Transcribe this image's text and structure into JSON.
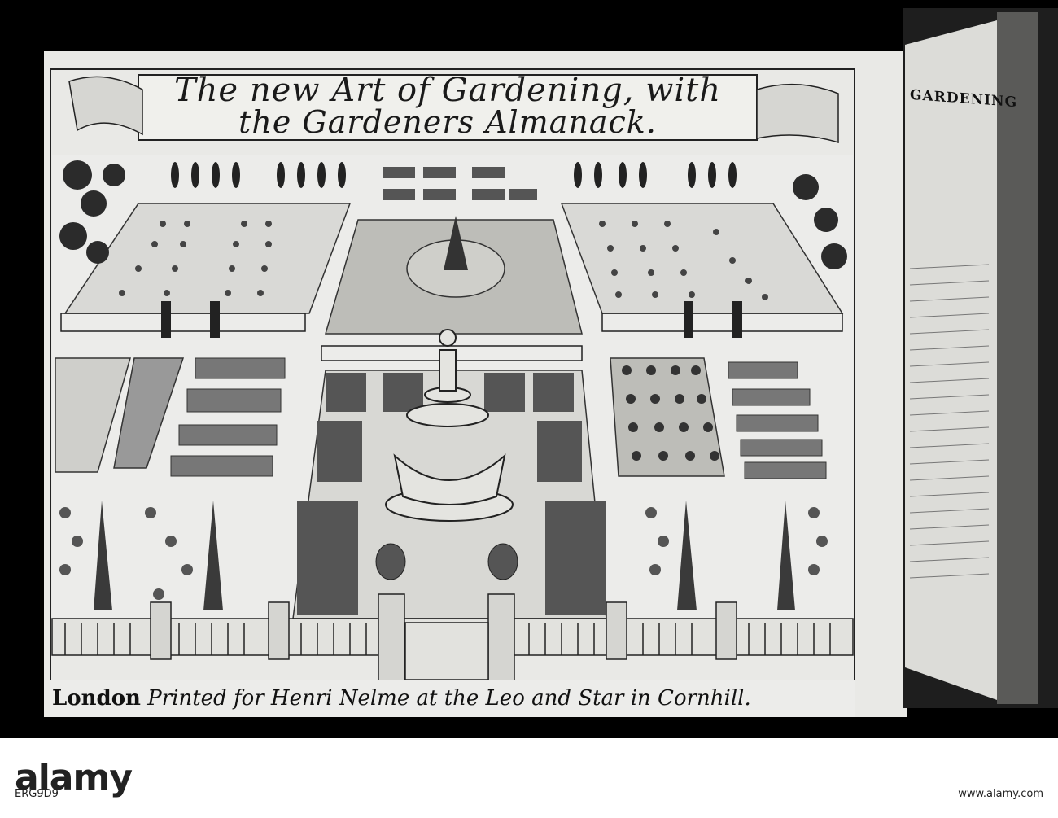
{
  "engraving": {
    "title_line_1": "The new Art of Gardening, with",
    "title_line_2": "the Gardeners Almanack.",
    "caption_place": "London",
    "caption_rest": " Printed for Henri Nelme at the Leo and Star in Cornhill."
  },
  "book_page": {
    "big_word": "GARDENING"
  },
  "watermark": {
    "brand": "alamy",
    "image_id": "ERG9D9",
    "site": "www.alamy.com"
  },
  "colors": {
    "background": "#000000",
    "paper": "#e9e9e6",
    "ink": "#1a1a1a"
  }
}
